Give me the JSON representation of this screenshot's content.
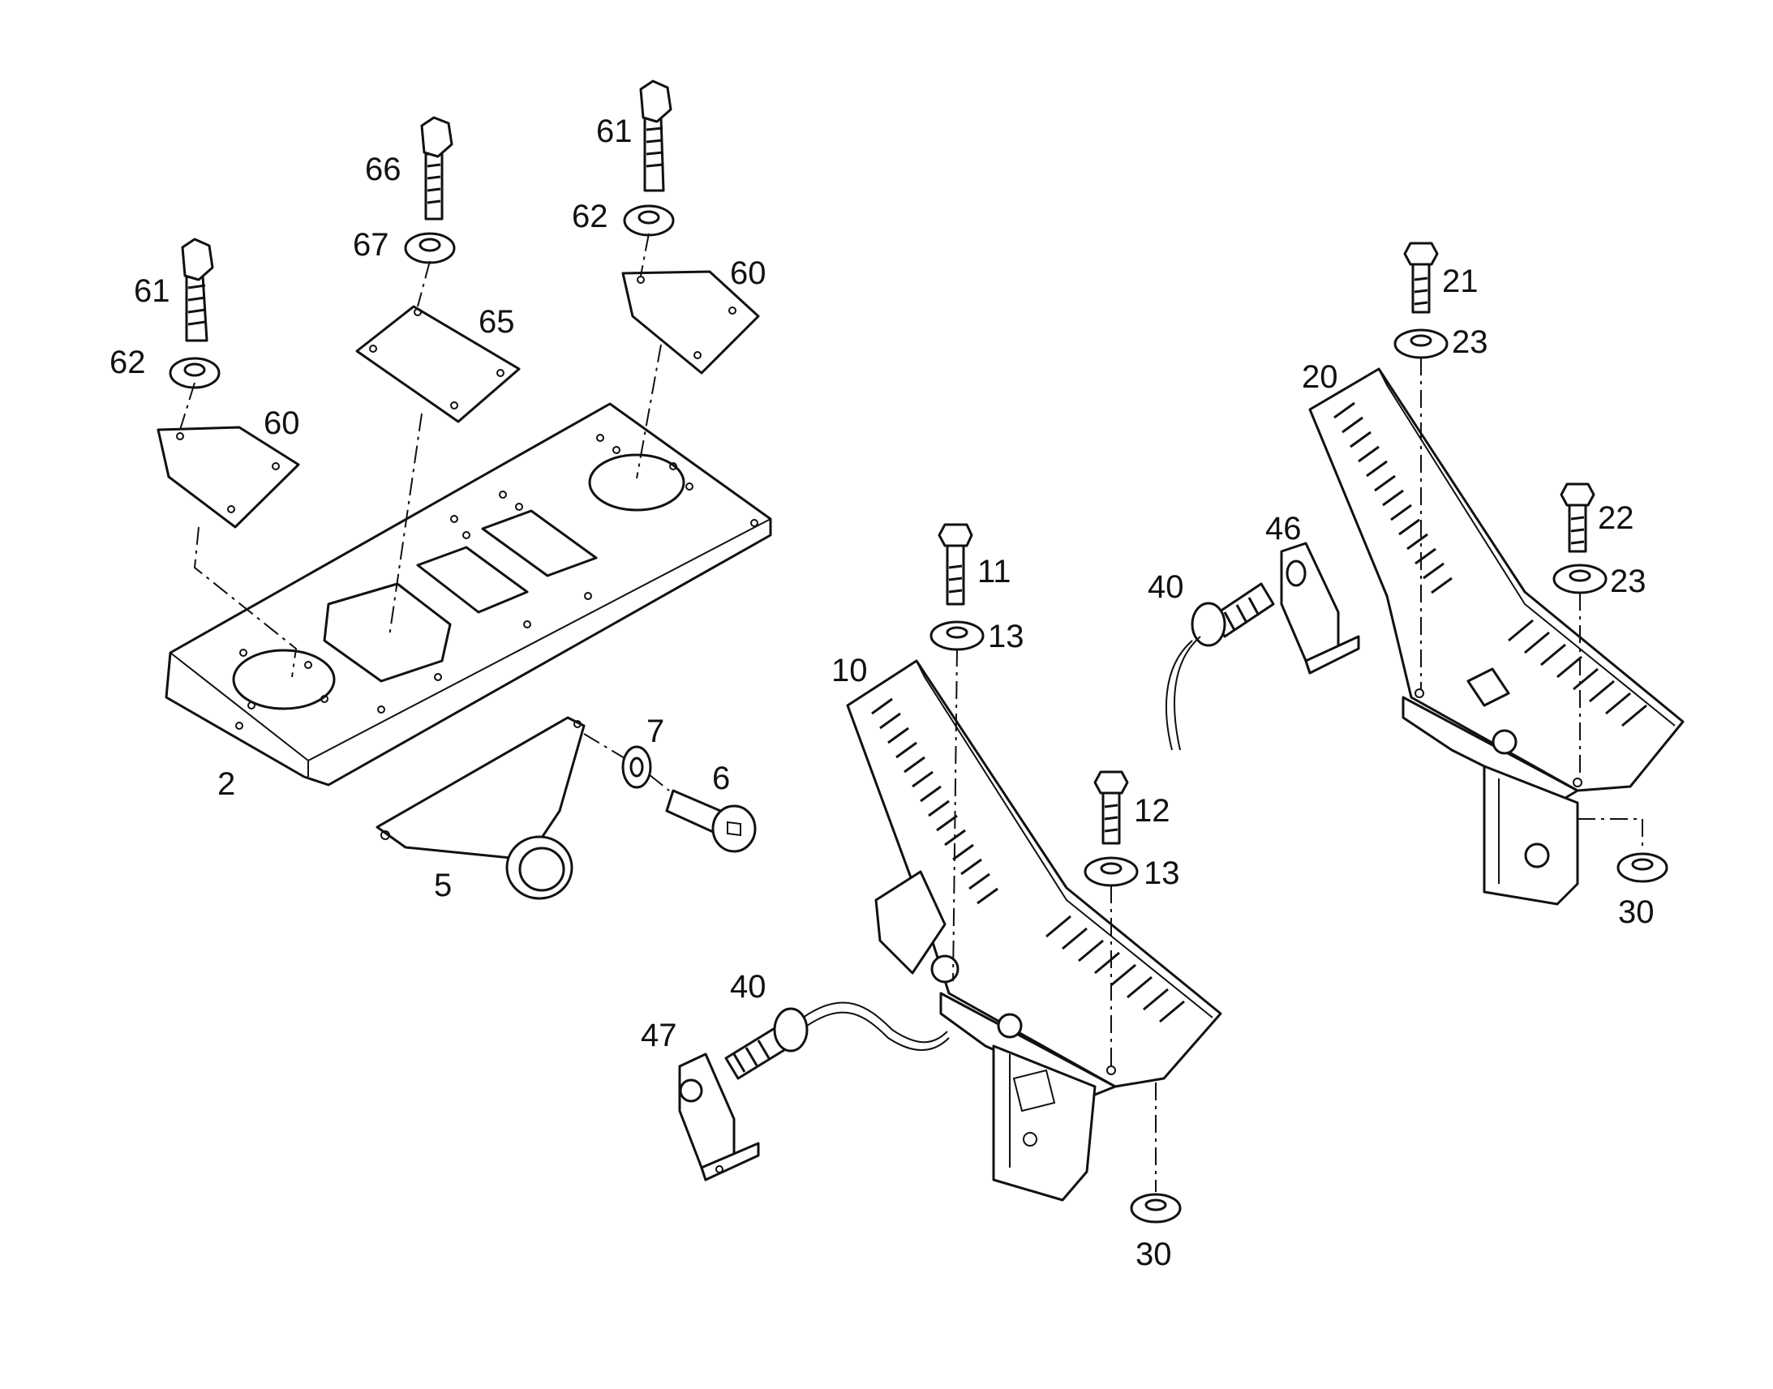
{
  "diagram": {
    "labels": [
      {
        "id": "l61a",
        "text": "61"
      },
      {
        "id": "l62a",
        "text": "62"
      },
      {
        "id": "l60a",
        "text": "60"
      },
      {
        "id": "l66",
        "text": "66"
      },
      {
        "id": "l67",
        "text": "67"
      },
      {
        "id": "l65",
        "text": "65"
      },
      {
        "id": "l61b",
        "text": "61"
      },
      {
        "id": "l62b",
        "text": "62"
      },
      {
        "id": "l60b",
        "text": "60"
      },
      {
        "id": "l2",
        "text": "2"
      },
      {
        "id": "l5",
        "text": "5"
      },
      {
        "id": "l7",
        "text": "7"
      },
      {
        "id": "l6",
        "text": "6"
      },
      {
        "id": "l11",
        "text": "11"
      },
      {
        "id": "l13a",
        "text": "13"
      },
      {
        "id": "l10",
        "text": "10"
      },
      {
        "id": "l12",
        "text": "12"
      },
      {
        "id": "l13b",
        "text": "13"
      },
      {
        "id": "l40a",
        "text": "40"
      },
      {
        "id": "l47",
        "text": "47"
      },
      {
        "id": "l30a",
        "text": "30"
      },
      {
        "id": "l46",
        "text": "46"
      },
      {
        "id": "l40b",
        "text": "40"
      },
      {
        "id": "l21",
        "text": "21"
      },
      {
        "id": "l23a",
        "text": "23"
      },
      {
        "id": "l20",
        "text": "20"
      },
      {
        "id": "l22",
        "text": "22"
      },
      {
        "id": "l23b",
        "text": "23"
      },
      {
        "id": "l30b",
        "text": "30"
      }
    ]
  }
}
